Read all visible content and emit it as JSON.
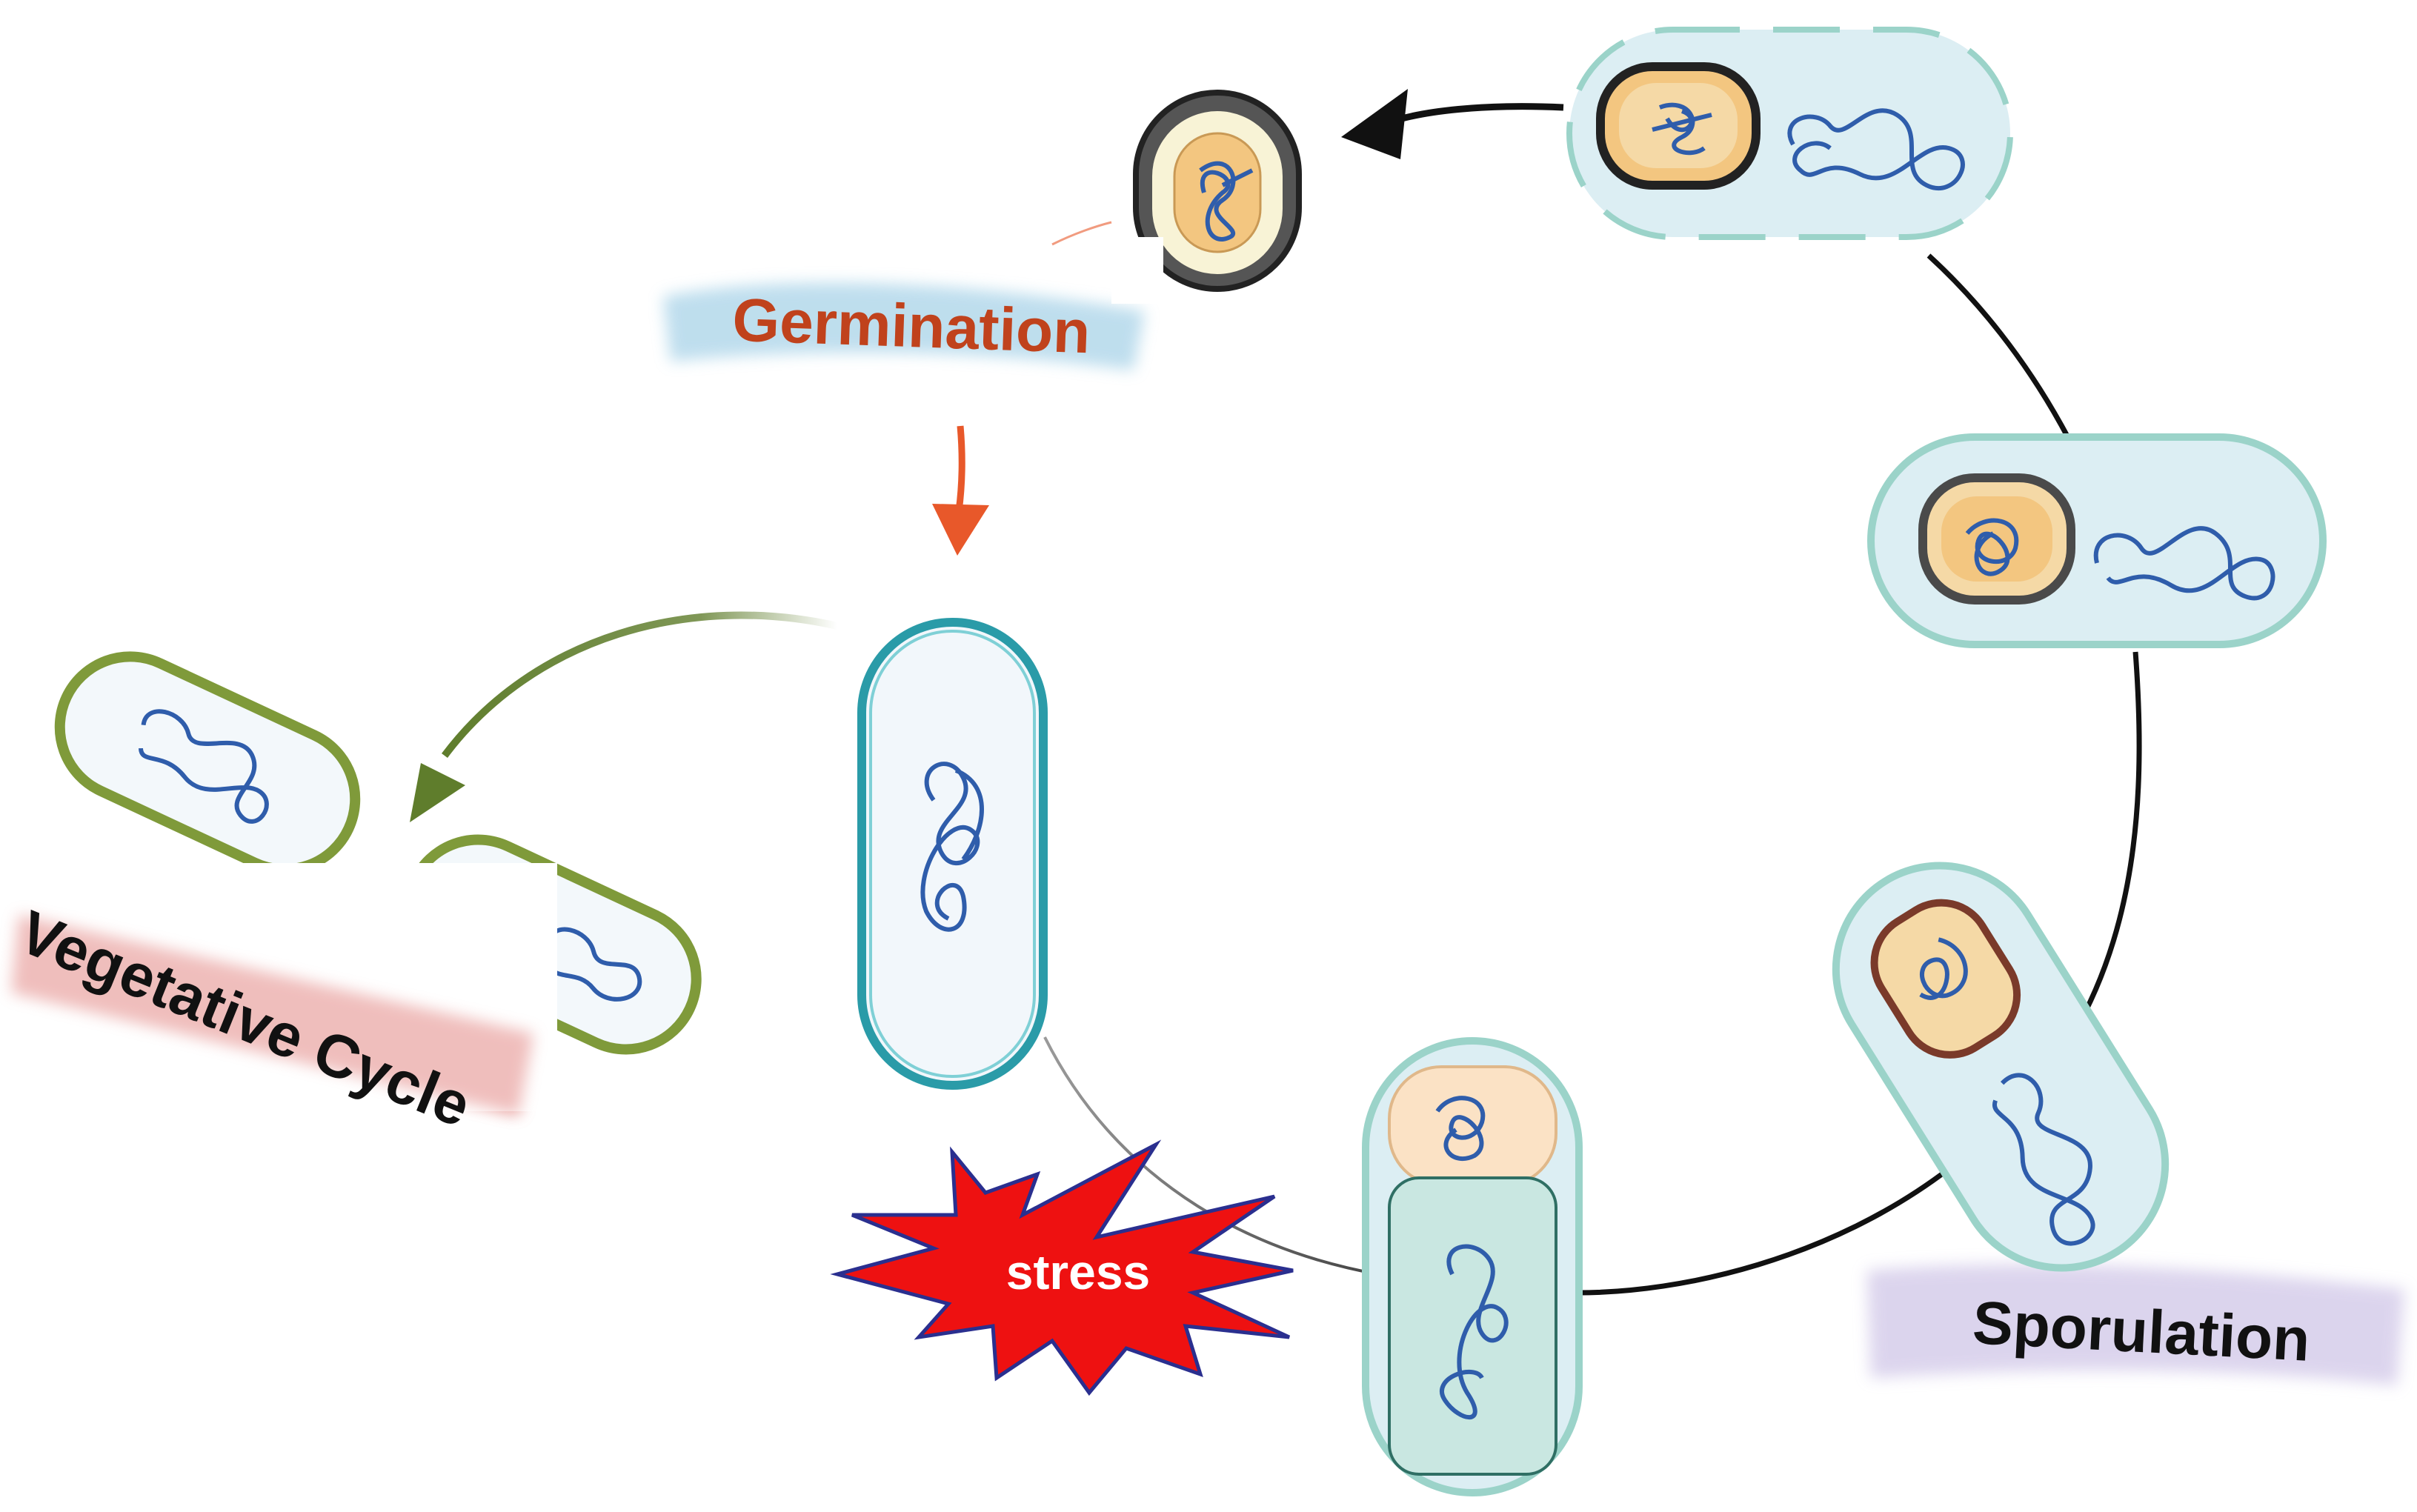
{
  "labels": {
    "germination": "Germination",
    "vegetative_cycle": "Vegetative Cycle",
    "sporulation": "Sporulation",
    "stress": "stress"
  },
  "colors": {
    "germination_text": "#c0421c",
    "germination_arrow": "#e8582a",
    "germination_highlight": "#a9d3e8",
    "vegetative_highlight": "#e9a3a0",
    "vegetative_arrow": "#5f7d2c",
    "sporulation_highlight": "#cdc3e6",
    "cycle_line": "#111111",
    "stress_fill": "#ee1111",
    "stress_stroke": "#2a2f8f",
    "dna": "#2f5dab",
    "cell_fill": "#dceef3",
    "cell_border": "#9bd3c9",
    "vegetative_border": "#7f9a3a",
    "spore_core": "#f3c680",
    "spore_coat": "#444444"
  },
  "icons": [
    "spore-icon",
    "bacterium-icon",
    "sporulating-cell-icon",
    "stress-burst-icon"
  ]
}
